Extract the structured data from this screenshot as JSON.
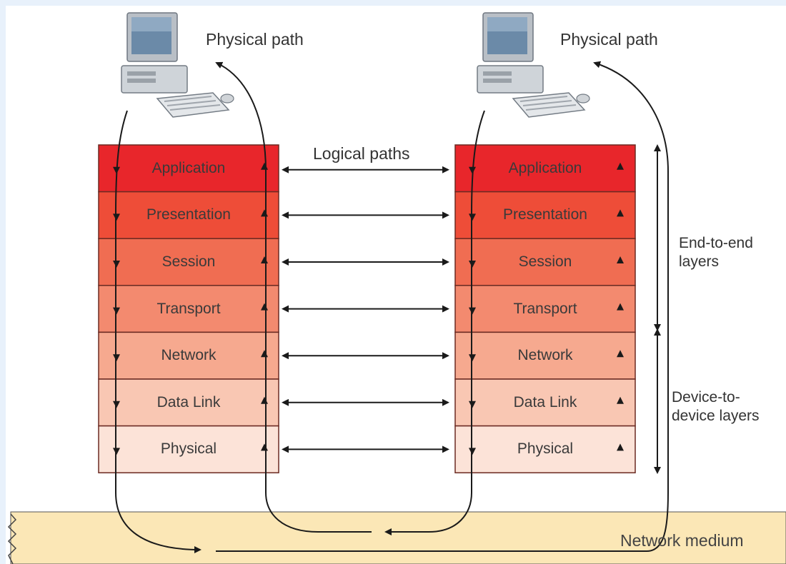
{
  "layers": [
    {
      "name": "Application",
      "color": "#e8262b"
    },
    {
      "name": "Presentation",
      "color": "#ee4d38"
    },
    {
      "name": "Session",
      "color": "#f06d52"
    },
    {
      "name": "Transport",
      "color": "#f38a6f"
    },
    {
      "name": "Network",
      "color": "#f6a98f"
    },
    {
      "name": "Data Link",
      "color": "#f9c7b3"
    },
    {
      "name": "Physical",
      "color": "#fce3d8"
    }
  ],
  "labels": {
    "physical_path_left": "Physical path",
    "physical_path_right": "Physical path",
    "logical_paths": "Logical paths",
    "end_to_end": "End-to-end layers",
    "device_to_device": "Device-to- device layers",
    "network_medium": "Network medium"
  },
  "colors": {
    "medium": "#fbe7b6",
    "arrow": "#1a1a1a",
    "stack_border": "#6b2a22"
  },
  "icons": [
    "computer-icon"
  ]
}
